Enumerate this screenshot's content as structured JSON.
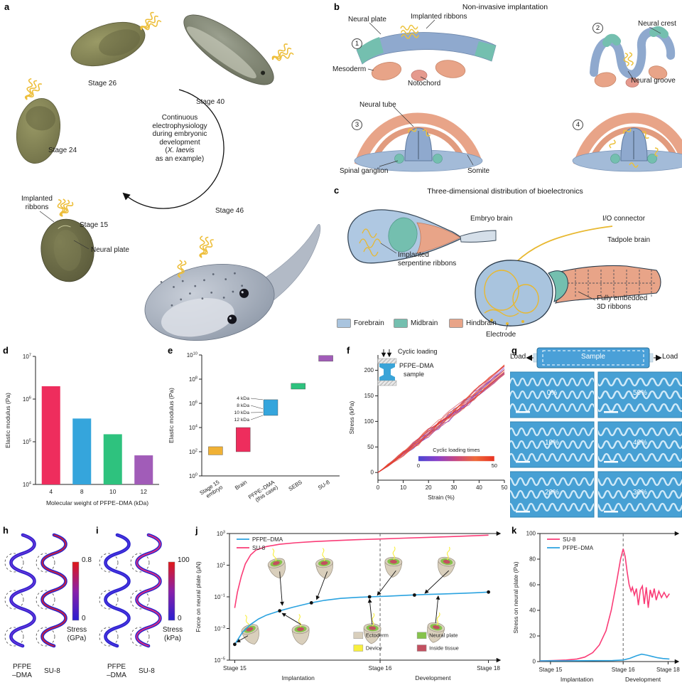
{
  "panels": {
    "a": {
      "letter": "a",
      "stage_26": "Stage 26",
      "stage_40": "Stage 40",
      "stage_24": "Stage 24",
      "stage_15": "Stage 15",
      "stage_46": "Stage 46",
      "center_lines": [
        "Continuous",
        "electrophysiology",
        "during embryonic",
        "development"
      ],
      "center_paren": "(",
      "center_species": "X. laevis",
      "center_tail": "as an example)",
      "implanted_ribbons_1": "Implanted",
      "implanted_ribbons_2": "ribbons",
      "neural_plate": "Neural plate"
    },
    "b": {
      "letter": "b",
      "title": "Non-invasive implantation",
      "step_1": "1",
      "step_2": "2",
      "step_3": "3",
      "step_4": "4",
      "neural_plate": "Neural plate",
      "implanted_ribbons": "Implanted ribbons",
      "neural_crest": "Neural crest",
      "mesoderm": "Mesoderm",
      "notochord": "Notochord",
      "neural_groove": "Neural groove",
      "neural_tube": "Neural tube",
      "spinal_ganglion": "Spinal ganglion",
      "somite": "Somite"
    },
    "c": {
      "letter": "c",
      "title": "Three-dimensional distribution of bioelectronics",
      "embryo_brain": "Embryo brain",
      "implanted_serpentine_1": "Implanted",
      "implanted_serpentine_2": "serpentine ribbons",
      "io_connector": "I/O connector",
      "tadpole_brain": "Tadpole brain",
      "fully_embedded_1": "Fully embedded",
      "fully_embedded_2": "3D ribbons",
      "electrode": "Electrode",
      "legend": [
        {
          "label": "Forebrain",
          "color": "#A9C4DE"
        },
        {
          "label": "Midbrain",
          "color": "#74BFAF"
        },
        {
          "label": "Hindbrain",
          "color": "#E8A488"
        }
      ]
    },
    "d": {
      "letter": "d"
    },
    "e": {
      "letter": "e"
    },
    "f": {
      "letter": "f",
      "inset_cyclic": "Cyclic loading",
      "inset_sample_1": "PFPE–DMA",
      "inset_sample_2": "sample"
    },
    "g": {
      "letter": "g",
      "load_left": "Load",
      "load_right": "Load",
      "sample": "Sample",
      "strains": [
        [
          "0%",
          "50%"
        ],
        [
          "10%",
          "40%"
        ],
        [
          "20%",
          "30%"
        ]
      ]
    },
    "h": {
      "letter": "h",
      "cb_max": "0.8",
      "cb_min": "0",
      "cb_title_1": "Stress",
      "cb_title_2": "(GPa)",
      "label_left_1": "PFPE",
      "label_left_2": "–DMA",
      "label_right": "SU-8"
    },
    "i": {
      "letter": "i",
      "cb_max": "100",
      "cb_min": "0",
      "cb_title_1": "Stress",
      "cb_title_2": "(kPa)",
      "label_left_1": "PFPE",
      "label_left_2": "–DMA",
      "label_right": "SU-8"
    },
    "j": {
      "letter": "j"
    },
    "k": {
      "letter": "k"
    }
  },
  "chart_data": [
    {
      "id": "d",
      "type": "bar",
      "xlabel": "Molecular weight of PFPE–DMA (kDa)",
      "ylabel": "Elastic modulus (Pa)",
      "yscale": "log",
      "ylim_exp": [
        4,
        7
      ],
      "ytick_exps": [
        4,
        5,
        6,
        7
      ],
      "categories": [
        "4",
        "8",
        "10",
        "12"
      ],
      "values": [
        2000000,
        350000,
        150000,
        48000
      ],
      "colors": [
        "#EE2D5D",
        "#35A5DC",
        "#2EC27E",
        "#A15CB8"
      ]
    },
    {
      "id": "e",
      "type": "floating-bar",
      "ylabel": "Elastic modulus (Pa)",
      "yscale": "log",
      "ylim_exp": [
        0,
        10
      ],
      "ytick_exps": [
        0,
        2,
        4,
        6,
        8,
        10
      ],
      "categories": [
        [
          "Stage 15",
          "embryo"
        ],
        [
          "Brain"
        ],
        [
          "PFPE–DMA",
          "(this case)"
        ],
        [
          "SEBS"
        ],
        [
          "SU-8"
        ]
      ],
      "ranges": [
        [
          55,
          260
        ],
        [
          100,
          10000
        ],
        [
          100000,
          2000000
        ],
        [
          15000000,
          45000000
        ],
        [
          3000000000,
          9000000000
        ]
      ],
      "colors": [
        "#F0B135",
        "#EE2D5D",
        "#35A5DC",
        "#2EC27E",
        "#A15CB8"
      ],
      "annotations": [
        {
          "label": "4 kDa",
          "value": 2000000
        },
        {
          "label": "8 kDa",
          "value": 350000
        },
        {
          "label": "10 kDa",
          "value": 180000
        },
        {
          "label": "12 kDa",
          "value": 100000
        }
      ]
    },
    {
      "id": "f",
      "type": "line-family",
      "xlabel": "Strain (%)",
      "ylabel": "Stress (kPa)",
      "xlim": [
        0,
        50
      ],
      "ylim": [
        -15,
        230
      ],
      "xticks": [
        0,
        10,
        20,
        30,
        40,
        50
      ],
      "yticks": [
        0,
        50,
        100,
        150,
        200
      ],
      "n_curves": 18,
      "end_stress_kPa": [
        192,
        212
      ],
      "colorbar": {
        "title": "Cyclic loading times",
        "min": 0,
        "max": 50,
        "stops": [
          "#4B46D2",
          "#8A3FC8",
          "#C8477F",
          "#EE6A3A",
          "#E83222"
        ]
      }
    },
    {
      "id": "j",
      "type": "line",
      "ylabel": "Force on neural plate (μN)",
      "yscale": "log",
      "ylim_exp": [
        -5,
        3
      ],
      "ytick_exps": [
        -5,
        -3,
        -1,
        1,
        3
      ],
      "xticks": [
        {
          "label": "Stage 15",
          "x": 0.02
        },
        {
          "label": "Stage 16",
          "x": 0.57
        },
        {
          "label": "Stage 18",
          "x": 0.98
        }
      ],
      "phases": [
        {
          "label": "Implantation",
          "x": 0.26
        },
        {
          "label": "Development",
          "x": 0.77
        }
      ],
      "dashed_x": 0.57,
      "series": [
        {
          "name": "PFPE–DMA",
          "color": "#2BA3E0",
          "points": [
            [
              0.02,
              0.0001
            ],
            [
              0.05,
              0.0006
            ],
            [
              0.08,
              0.0018
            ],
            [
              0.11,
              0.004
            ],
            [
              0.14,
              0.007
            ],
            [
              0.19,
              0.013
            ],
            [
              0.24,
              0.022
            ],
            [
              0.28,
              0.032
            ],
            [
              0.31,
              0.042
            ],
            [
              0.36,
              0.06
            ],
            [
              0.42,
              0.08
            ],
            [
              0.48,
              0.092
            ],
            [
              0.53,
              0.1
            ],
            [
              0.6,
              0.11
            ],
            [
              0.67,
              0.125
            ],
            [
              0.74,
              0.14
            ],
            [
              0.8,
              0.15
            ],
            [
              0.87,
              0.165
            ],
            [
              0.93,
              0.18
            ],
            [
              0.98,
              0.2
            ]
          ],
          "dots": [
            [
              0.02,
              0.0001
            ],
            [
              0.19,
              0.013
            ],
            [
              0.31,
              0.042
            ],
            [
              0.53,
              0.1
            ],
            [
              0.7,
              0.13
            ],
            [
              0.98,
              0.2
            ]
          ]
        },
        {
          "name": "SU-8",
          "color": "#FA3C77",
          "points": [
            [
              0.02,
              0.02
            ],
            [
              0.03,
              0.2
            ],
            [
              0.045,
              2
            ],
            [
              0.06,
              12
            ],
            [
              0.08,
              45
            ],
            [
              0.1,
              90
            ],
            [
              0.14,
              150
            ],
            [
              0.19,
              210
            ],
            [
              0.25,
              260
            ],
            [
              0.32,
              310
            ],
            [
              0.4,
              360
            ],
            [
              0.48,
              405
            ],
            [
              0.57,
              450
            ],
            [
              0.66,
              510
            ],
            [
              0.75,
              570
            ],
            [
              0.85,
              650
            ],
            [
              0.92,
              720
            ],
            [
              0.98,
              790
            ]
          ]
        }
      ],
      "icons": [
        {
          "x": 0.18,
          "y": 9,
          "rot": -15
        },
        {
          "x": 0.36,
          "y": 9,
          "rot": -6
        },
        {
          "x": 0.62,
          "y": 11,
          "rot": 3
        },
        {
          "x": 0.82,
          "y": 11,
          "rot": 10
        },
        {
          "x": 0.08,
          "y": 0.0006,
          "rot": -18
        },
        {
          "x": 0.27,
          "y": 0.0006,
          "rot": -6
        },
        {
          "x": 0.54,
          "y": 0.0007,
          "rot": 4
        },
        {
          "x": 0.78,
          "y": 0.0008,
          "rot": 12
        }
      ],
      "arrows": [
        [
          0.19,
          4,
          0.2,
          0.03
        ],
        [
          0.37,
          4,
          0.33,
          0.07
        ],
        [
          0.63,
          4.5,
          0.56,
          0.13
        ],
        [
          0.83,
          4.5,
          0.74,
          0.17
        ],
        [
          0.07,
          0.00035,
          0.028,
          0.00014
        ],
        [
          0.27,
          0.0018,
          0.2,
          0.009
        ],
        [
          0.54,
          0.0018,
          0.53,
          0.07
        ],
        [
          0.78,
          0.0022,
          0.79,
          0.11
        ]
      ],
      "legend2": [
        {
          "name": "Ectoderm",
          "color": "#D9CFBC"
        },
        {
          "name": "Device",
          "color": "#F8EF3E"
        },
        {
          "name": "Neural plate",
          "color": "#86C34C"
        },
        {
          "name": "Inside tissue",
          "color": "#C25060"
        }
      ]
    },
    {
      "id": "k",
      "type": "line",
      "ylabel": "Stress on neural plate (Pa)",
      "ylim": [
        0,
        100
      ],
      "yticks": [
        0,
        20,
        40,
        60,
        80,
        100
      ],
      "xticks": [
        {
          "label": "Stage 15",
          "x": 0.08
        },
        {
          "label": "Stage 16",
          "x": 0.63
        },
        {
          "label": "Stage 18",
          "x": 0.97
        }
      ],
      "phases": [
        {
          "label": "Implantation",
          "x": 0.28
        },
        {
          "label": "Development",
          "x": 0.78
        }
      ],
      "dashed_x": 0.63,
      "series": [
        {
          "name": "SU-8",
          "color": "#FA3C77",
          "points": [
            [
              0,
              0.5
            ],
            [
              0.1,
              0.8
            ],
            [
              0.2,
              1.2
            ],
            [
              0.28,
              2
            ],
            [
              0.34,
              3.5
            ],
            [
              0.4,
              7
            ],
            [
              0.45,
              13
            ],
            [
              0.5,
              24
            ],
            [
              0.54,
              40
            ],
            [
              0.58,
              62
            ],
            [
              0.61,
              80
            ],
            [
              0.63,
              88
            ],
            [
              0.645,
              82
            ],
            [
              0.66,
              70
            ],
            [
              0.675,
              60
            ],
            [
              0.69,
              55
            ],
            [
              0.7,
              58
            ],
            [
              0.715,
              52
            ],
            [
              0.73,
              57
            ],
            [
              0.745,
              44
            ],
            [
              0.76,
              56
            ],
            [
              0.775,
              59
            ],
            [
              0.79,
              45
            ],
            [
              0.805,
              58
            ],
            [
              0.82,
              42
            ],
            [
              0.835,
              56
            ],
            [
              0.85,
              50
            ],
            [
              0.865,
              57
            ],
            [
              0.88,
              48
            ],
            [
              0.9,
              55
            ],
            [
              0.92,
              50
            ],
            [
              0.94,
              54
            ],
            [
              0.96,
              50
            ],
            [
              0.98,
              53
            ]
          ]
        },
        {
          "name": "PFPE–DMA",
          "color": "#2BA3E0",
          "points": [
            [
              0,
              0.6
            ],
            [
              0.2,
              0.6
            ],
            [
              0.4,
              0.7
            ],
            [
              0.55,
              0.8
            ],
            [
              0.63,
              1.2
            ],
            [
              0.68,
              2.5
            ],
            [
              0.73,
              4.5
            ],
            [
              0.77,
              5.8
            ],
            [
              0.81,
              5
            ],
            [
              0.85,
              4
            ],
            [
              0.89,
              3
            ],
            [
              0.93,
              2.4
            ],
            [
              0.98,
              2
            ]
          ]
        }
      ]
    }
  ]
}
